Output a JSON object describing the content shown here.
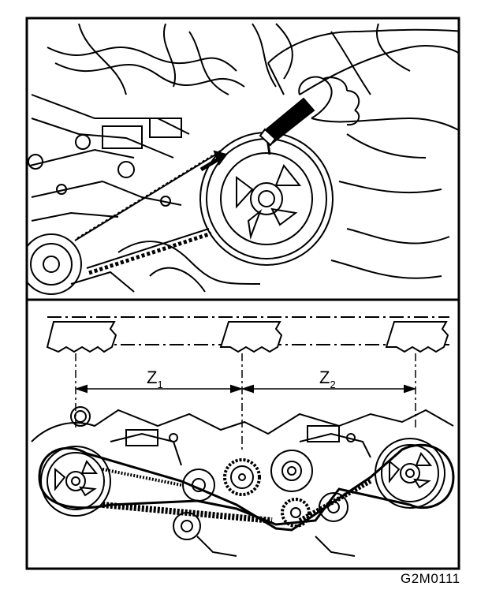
{
  "labels": {
    "z1_letter": "Z",
    "z1_sub": "1",
    "z2_letter": "Z",
    "z2_sub": "2",
    "figure_code": "G2M0111"
  },
  "icons": [
    "direction-arrow-icon",
    "marking-pen-icon"
  ]
}
